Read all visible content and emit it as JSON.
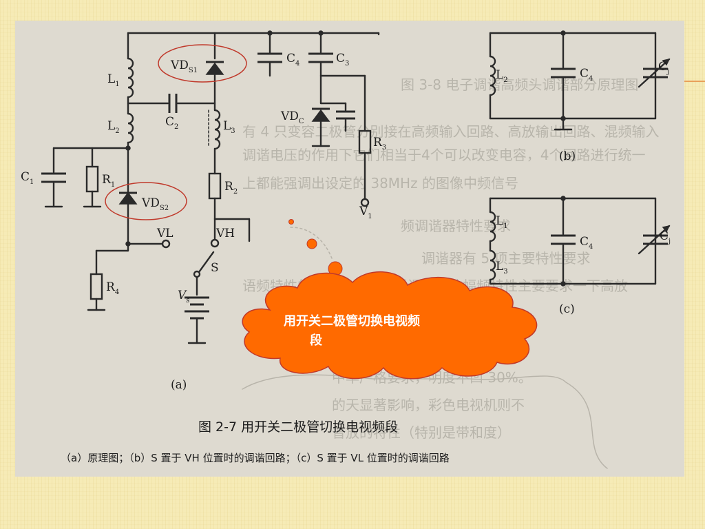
{
  "labels": {
    "L1": "L",
    "L1_sub": "1",
    "L2": "L",
    "L2_sub": "2",
    "L3": "L",
    "L3_sub": "3",
    "C1": "C",
    "C1_sub": "1",
    "C2": "C",
    "C2_sub": "2",
    "C3": "C",
    "C3_sub": "3",
    "C4": "C",
    "C4_sub": "4",
    "R1": "R",
    "R1_sub": "1",
    "R2": "R",
    "R2_sub": "2",
    "R3": "R",
    "R3_sub": "3",
    "R4": "R",
    "R4_sub": "4",
    "VDS1": "VD",
    "VDS1_sub": "S1",
    "VDS2": "VD",
    "VDS2_sub": "S2",
    "VDC": "VD",
    "VDC_sub": "C",
    "VL": "VL",
    "VH": "VH",
    "S": "S",
    "Vs": "V",
    "Vs_sub": "s",
    "V1": "V",
    "V1_sub": "1",
    "a": "(a)"
  },
  "subfig_b": {
    "label": "(b)",
    "L": "L",
    "L_sub": "2",
    "C4": "C",
    "C4_sub": "4",
    "Cj": "C",
    "Cj_sub": "j"
  },
  "subfig_c": {
    "label": "(c)",
    "L1": "L",
    "L1_sub": "1",
    "L3": "L",
    "L3_sub": "3",
    "C4": "C",
    "C4_sub": "4",
    "Cj": "C",
    "Cj_sub": "j"
  },
  "caption": "图 2-7   用开关二极管切换电视频段",
  "subcaption": "（a）原理图；（b）S 置于  VH 位置时的调谐回路；（c）S 置于 VL 位置时的调谐回路",
  "callout": {
    "line1": "用开关二极管切换电视频",
    "line2": "段"
  },
  "ghost_text": [
    "图 3-8  电子调谐高频头调谐部分原理图",
    "有 4 只变容二极管分别接在高频输入回路、高放输出回路、混频输入",
    "调谐电压的作用下它们相当于4个可以改变电容，4个回路进行统一",
    "上都能强调出设定的 38MHz 的图像中频信号",
    "频调谐器特性要求",
    "调谐器有 5 项主要特性要求",
    "语频特性的宽和高度。它对调谐器的幅频特性主要要求一下高放",
    "中率严格要求，明度不凹 30%。",
    "的天显著影响，彩色电视机则不",
    "普放的特性（特别是带和度）"
  ],
  "colors": {
    "slide_bg": "#f6ebb6",
    "callout_fill": "#ff6a00",
    "highlight": "#c0392b",
    "accent_line": "#e9a05a"
  }
}
